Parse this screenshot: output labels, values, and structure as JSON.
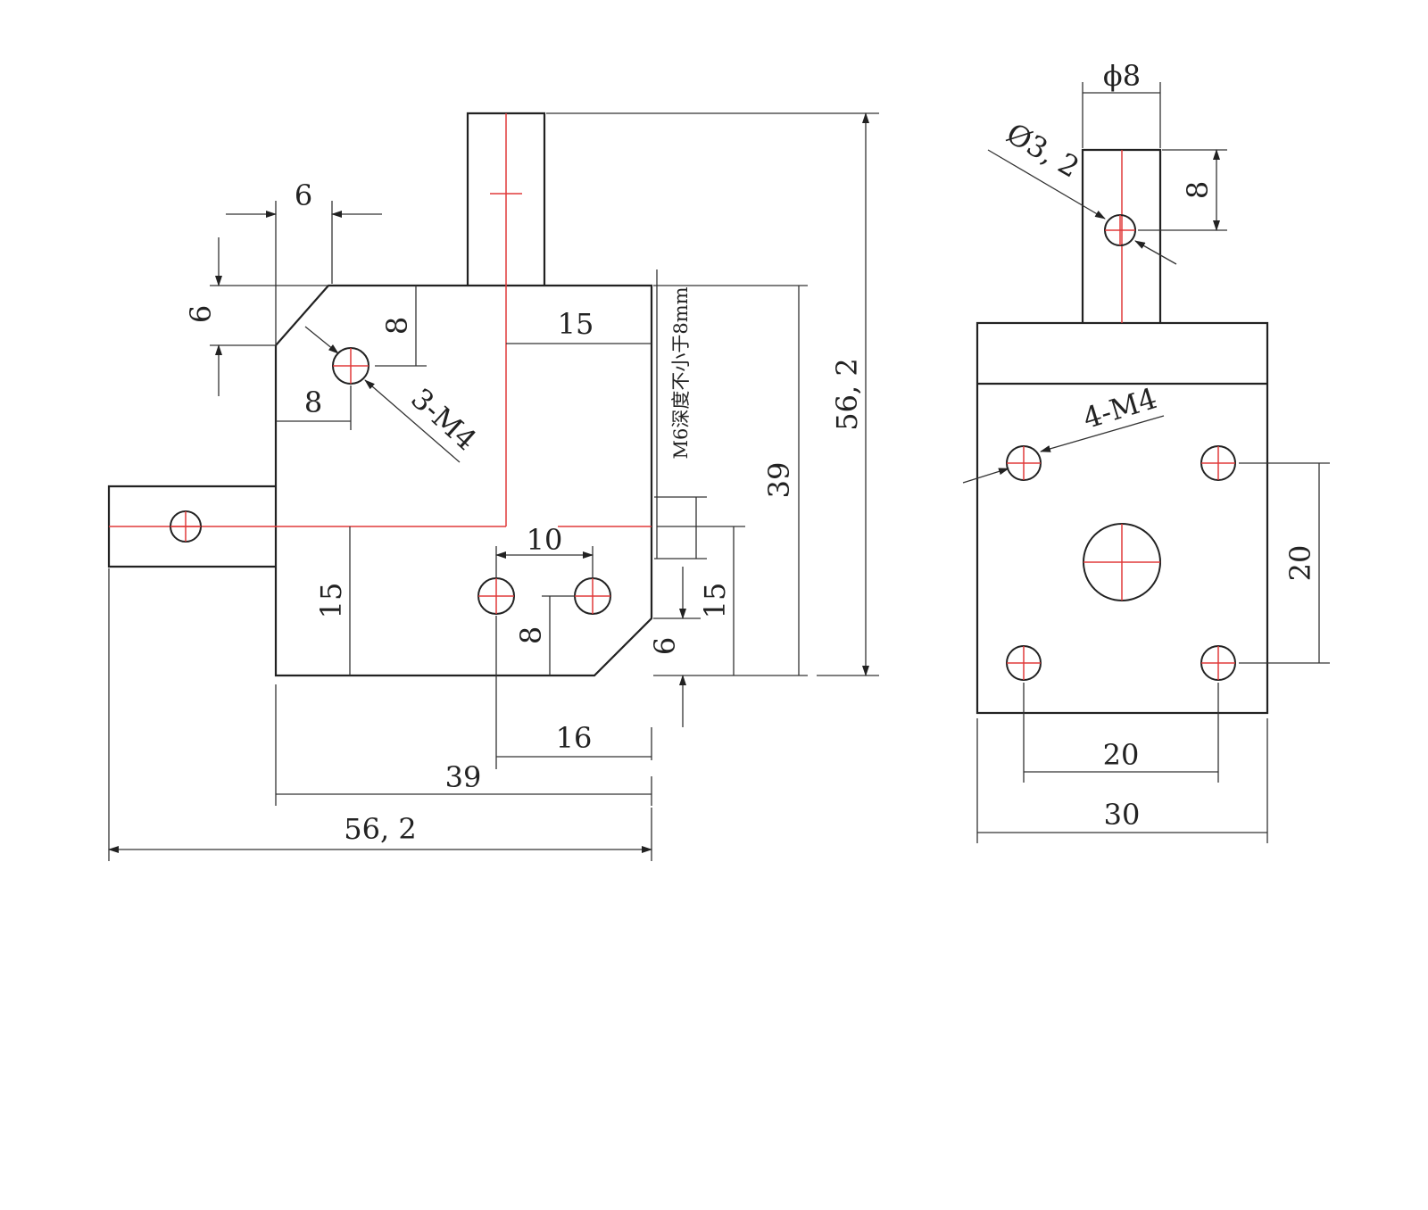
{
  "front_view": {
    "dims": {
      "chamfer_w": "6",
      "chamfer_h": "6",
      "hole_x": "8",
      "hole_y": "8",
      "shaft_offset": "15",
      "hole_callout": "3-M4",
      "thread_note": "M6深度不小于8mm",
      "body_height": "39",
      "overall_height": "56, 2",
      "hole_spacing": "10",
      "low_hole_y": "8",
      "lower_chamfer": "6",
      "right_low_15": "15",
      "left_low_15": "15",
      "dim_16": "16",
      "body_width": "39",
      "overall_width": "56, 2"
    }
  },
  "side_view": {
    "dims": {
      "shaft_dia": "ϕ8",
      "pin_hole_dia": "Ø3, 2",
      "pin_hole_pos": "8",
      "hole_callout": "4-M4",
      "vert_spacing": "20",
      "horiz_spacing": "20",
      "width": "30"
    }
  }
}
